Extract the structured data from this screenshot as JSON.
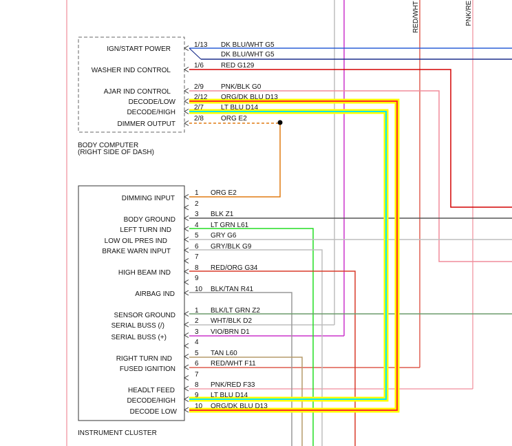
{
  "body_computer": {
    "caption_line1": "BODY COMPUTER",
    "caption_line2": "(RIGHT SIDE OF DASH)",
    "pins": [
      {
        "label": "IGN/START POWER",
        "pin": "1/13",
        "wire": "DK BLU/WHT G5"
      },
      {
        "label": "",
        "pin": "",
        "wire": "DK BLU/WHT G5"
      },
      {
        "label": "WASHER IND CONTROL",
        "pin": "1/6",
        "wire": "RED G129"
      },
      {
        "label": "AJAR IND CONTROL",
        "pin": "2/9",
        "wire": "PNK/BLK G0"
      },
      {
        "label": "DECODE/LOW",
        "pin": "2/12",
        "wire": "ORG/DK BLU D13"
      },
      {
        "label": "DECODE/HIGH",
        "pin": "2/7",
        "wire": "LT BLU D14"
      },
      {
        "label": "DIMMER OUTPUT",
        "pin": "2/8",
        "wire": "ORG E2"
      }
    ]
  },
  "instrument_cluster": {
    "caption": "INSTRUMENT CLUSTER",
    "pins": [
      {
        "label": "DIMMING INPUT",
        "pin": "1",
        "wire": "ORG E2"
      },
      {
        "label": "",
        "pin": "2",
        "wire": ""
      },
      {
        "label": "BODY GROUND",
        "pin": "3",
        "wire": "BLK Z1"
      },
      {
        "label": "LEFT TURN IND",
        "pin": "4",
        "wire": "LT GRN L61"
      },
      {
        "label": "LOW OIL PRES IND",
        "pin": "5",
        "wire": "GRY G6"
      },
      {
        "label": "BRAKE WARN INPUT",
        "pin": "6",
        "wire": "GRY/BLK G9"
      },
      {
        "label": "",
        "pin": "7",
        "wire": ""
      },
      {
        "label": "HIGH BEAM IND",
        "pin": "8",
        "wire": "RED/ORG G34"
      },
      {
        "label": "",
        "pin": "9",
        "wire": ""
      },
      {
        "label": "AIRBAG IND",
        "pin": "10",
        "wire": "BLK/TAN R41"
      },
      {
        "label": "SENSOR GROUND",
        "pin": "1",
        "wire": "BLK/LT GRN Z2"
      },
      {
        "label": "SERIAL BUSS (/)",
        "pin": "2",
        "wire": "WHT/BLK D2"
      },
      {
        "label": "SERIAL BUSS (+)",
        "pin": "3",
        "wire": "VIO/BRN D1"
      },
      {
        "label": "",
        "pin": "4",
        "wire": ""
      },
      {
        "label": "RIGHT TURN IND",
        "pin": "5",
        "wire": "TAN L60"
      },
      {
        "label": "FUSED IGNITION",
        "pin": "6",
        "wire": "RED/WHT F11"
      },
      {
        "label": "",
        "pin": "7",
        "wire": ""
      },
      {
        "label": "HEADLT FEED",
        "pin": "8",
        "wire": "PNK/RED F33"
      },
      {
        "label": "DECODE/HIGH",
        "pin": "9",
        "wire": "LT BLU D14"
      },
      {
        "label": "DECODE LOW",
        "pin": "10",
        "wire": "ORG/DK BLU D13"
      }
    ]
  },
  "vertical_labels": {
    "red_wht": "RED/WHT",
    "pnk_red": "PNK/RED"
  },
  "colors": {
    "dk_blue": "#1c2f8c",
    "blue": "#2a5fd6",
    "red": "#d40000",
    "pink": "#f08c9a",
    "orange": "#e07a10",
    "lt_green": "#22dd22",
    "gray": "#bdbdbd",
    "dark_gray": "#555555",
    "red_orange": "#d83a2a",
    "tan": "#b59a6a",
    "green_gray": "#6a9a6a",
    "violet": "#cc33cc",
    "highlight_yellow": "#ffff00",
    "highlight_red": "#ff2a2a",
    "cyan": "#00e5ff"
  }
}
